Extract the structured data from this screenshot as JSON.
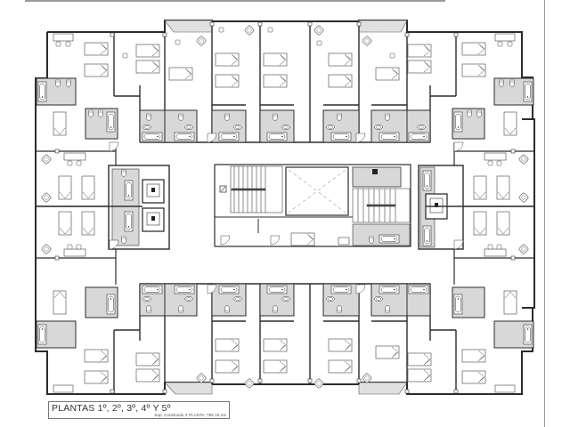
{
  "drawing": {
    "type": "architectural-floor-plan",
    "subject": "Hotel typical floor plan",
    "colors": {
      "wall": "#2b2b2b",
      "wet_area": "#d8d8d8",
      "line": "#555555",
      "paper": "#ffffff",
      "frame": "#9a9a9a"
    }
  },
  "title_block": {
    "title": "PLANTAS  1º, 2º, 3º, 4º Y 5º",
    "subtitle": "Sup. Construido X PLANTA: 785´16 m2"
  },
  "plan": {
    "wings": [
      "north",
      "south",
      "west",
      "east"
    ],
    "core": [
      "stair-west",
      "lightwell",
      "stair-east",
      "elevators-west",
      "elevator-east",
      "service-room"
    ],
    "room_icons": [
      "bed",
      "armchair",
      "desk",
      "chair",
      "bathtub",
      "toilet",
      "bidet",
      "washbasin",
      "door-swing"
    ]
  }
}
